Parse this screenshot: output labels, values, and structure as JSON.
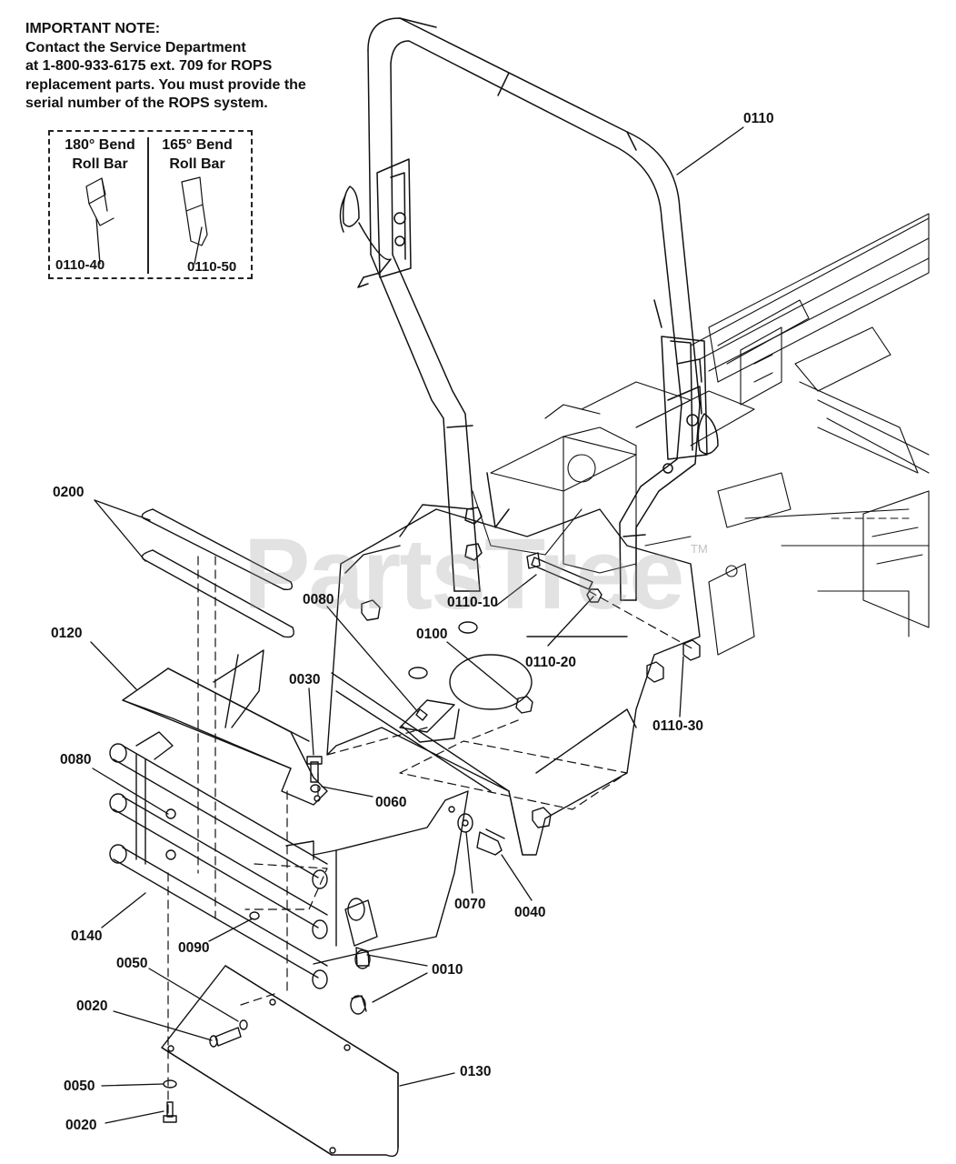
{
  "note": {
    "lines": [
      "IMPORTANT NOTE:",
      "Contact the Service Department",
      "at 1-800-933-6175 ext. 709 for ROPS",
      "replacement parts. You must provide the",
      "serial number of the ROPS system."
    ]
  },
  "inset": {
    "left_caption_1": "180° Bend",
    "left_caption_2": "Roll Bar",
    "right_caption_1": "165° Bend",
    "right_caption_2": "Roll Bar",
    "left_code": "0110-40",
    "right_code": "0110-50"
  },
  "watermark": {
    "text": "PartsTree",
    "tm": "TM"
  },
  "labels": {
    "l0110": "0110",
    "l0200": "0200",
    "l0120": "0120",
    "l0080a": "0080",
    "l0080b": "0080",
    "l0110_10": "0110-10",
    "l0100": "0100",
    "l0110_20": "0110-20",
    "l0030": "0030",
    "l0060": "0060",
    "l0110_30": "0110-30",
    "l0070": "0070",
    "l0040": "0040",
    "l0140": "0140",
    "l0090": "0090",
    "l0010": "0010",
    "l0050a": "0050",
    "l0020a": "0020",
    "l0130": "0130",
    "l0050b": "0050",
    "l0020b": "0020"
  }
}
